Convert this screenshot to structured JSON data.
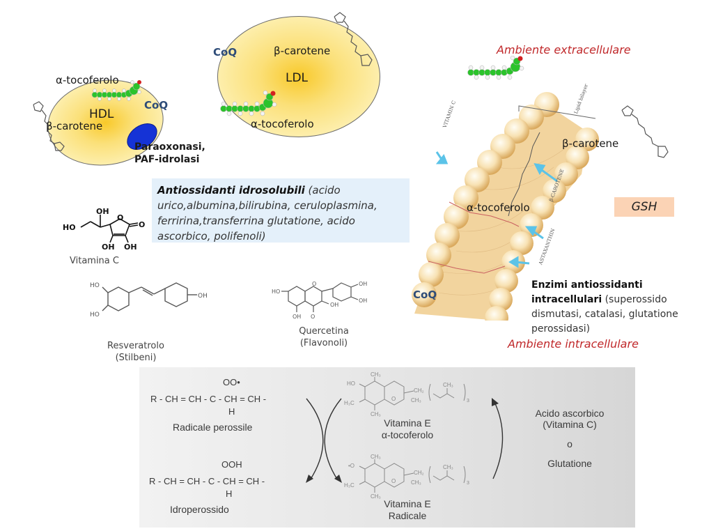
{
  "hdl": {
    "name": "HDL",
    "alpha_tocoferolo": "α-tocoferolo",
    "coq": "CoQ",
    "beta_carotene": "β-carotene",
    "enzymes_line1": "Paraoxonasi,",
    "enzymes_line2": "PAF-idrolasi"
  },
  "ldl": {
    "name": "LDL",
    "coq": "CoQ",
    "beta_carotene": "β-carotene",
    "alpha_tocoferolo": "α-tocoferolo"
  },
  "membrane": {
    "extracellular": "Ambiente extracellulare",
    "intracellular": "Ambiente intracellulare",
    "beta_carotene": "β-carotene",
    "alpha_tocoferolo": "α-tocoferolo",
    "coq": "CoQ",
    "gsh": "GSH",
    "tag_lipid_bilayer": "Lipid bilayer",
    "tag_vitamin_c": "VITAMIN C",
    "tag_beta_carotene": "β-CAROTENE",
    "tag_astaxanthin": "ASTAXANTHIN",
    "enzymes_bold": "Enzimi antiossidanti intracellulari",
    "enzymes_rest": " (superossido dismutasi, catalasi, glutatione perossidasi)"
  },
  "hydrosoluble": {
    "title": "Antiossidanti idrosolubili",
    "list": " (acido urico,albumina,bilirubina, ceruloplasmina, ferririna,transferrina glutatione, acido ascorbico, polifenoli)"
  },
  "molecules": {
    "vitamin_c": "Vitamina C",
    "resveratrol_line1": "Resveratrolo",
    "resveratrol_line2": "(Stilbeni)",
    "quercetin_line1": "Quercetina",
    "quercetin_line2": "(Flavonoli)",
    "atoms": {
      "oh": "OH",
      "ho": "HO",
      "o": "O"
    }
  },
  "reaction": {
    "peroxyl_substituent": "OO•",
    "peroxyl_chain": "R - CH = CH - C - CH = CH -",
    "peroxyl_h": "H",
    "peroxyl_name": "Radicale perossile",
    "hydroperoxide_substituent": "OOH",
    "hydroperoxide_chain": "R - CH = CH - C - CH = CH -",
    "hydroperoxide_h": "H",
    "hydroperoxide_name": "Idroperossido",
    "vit_e_line1": "Vitamina E",
    "vit_e_line2": "α-tocoferolo",
    "vit_e_rad_line1": "Vitamina E",
    "vit_e_rad_line2": "Radicale",
    "regen_line1": "Acido ascorbico",
    "regen_line2": "(Vitamina C)",
    "regen_or": "o",
    "regen_line3": "Glutatione",
    "groups": {
      "ch3": "CH₃",
      "h3c": "H₃C",
      "ch2": "CH₂",
      "ho": "HO",
      "o_rad": "•O",
      "o": "O",
      "sub3": "3"
    }
  },
  "colors": {
    "coq_blue": "#2e4c78",
    "env_red": "#c0282a",
    "lipoprotein_yellow": "#fde98f",
    "enzyme_blue": "#1533d6",
    "box_blue": "#e4f0fa",
    "gsh_peach": "#fbd3b5",
    "arrow_cyan": "#5bc3e8"
  }
}
